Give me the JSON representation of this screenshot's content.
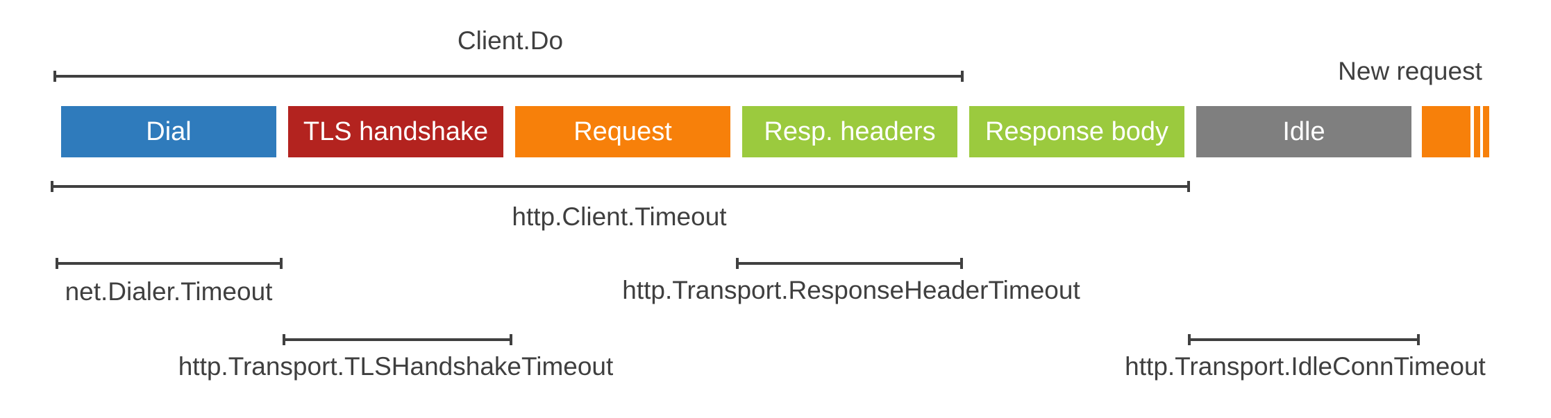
{
  "colors": {
    "blue": "#2f7bbc",
    "red": "#b3231f",
    "orange": "#f7800a",
    "green": "#9bca3e",
    "gray": "#7f7f7f",
    "line": "#404040",
    "text": "#3f3f3f",
    "background": "#ffffff"
  },
  "diagram": {
    "phases": [
      {
        "label": "Dial",
        "color": "blue"
      },
      {
        "label": "TLS handshake",
        "color": "red"
      },
      {
        "label": "Request",
        "color": "orange"
      },
      {
        "label": "Resp. headers",
        "color": "green"
      },
      {
        "label": "Response body",
        "color": "green"
      },
      {
        "label": "Idle",
        "color": "gray"
      }
    ],
    "new_request_label": "New request",
    "timeouts": [
      {
        "label": "Client.Do",
        "position": "above-bars",
        "covers": "Dial through Resp. headers"
      },
      {
        "label": "http.Client.Timeout",
        "position": "below-bars",
        "covers": "Dial through Response body"
      },
      {
        "label": "net.Dialer.Timeout",
        "position": "below-bars",
        "covers": "Dial"
      },
      {
        "label": "http.Transport.ResponseHeaderTimeout",
        "position": "below-bars",
        "covers": "Resp. headers"
      },
      {
        "label": "http.Transport.TLSHandshakeTimeout",
        "position": "below-bars",
        "covers": "TLS handshake"
      },
      {
        "label": "http.Transport.IdleConnTimeout",
        "position": "below-bars",
        "covers": "Idle"
      }
    ]
  }
}
